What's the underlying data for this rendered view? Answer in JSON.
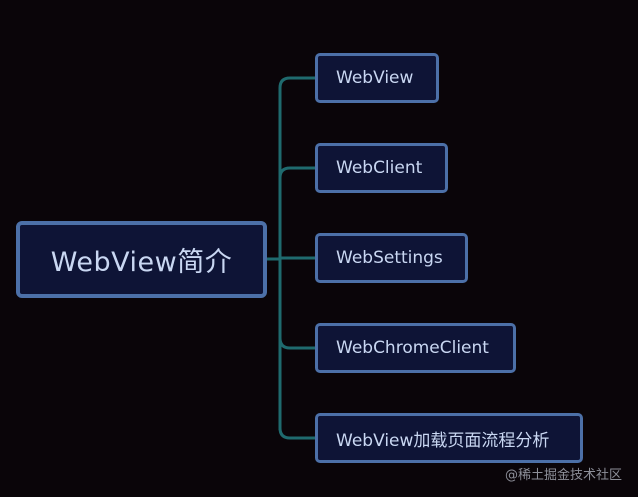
{
  "diagram": {
    "root": {
      "label": "WebView简介"
    },
    "children": [
      {
        "label": "WebView"
      },
      {
        "label": "WebClient"
      },
      {
        "label": "WebSettings"
      },
      {
        "label": "WebChromeClient"
      },
      {
        "label": "WebView加载页面流程分析"
      }
    ]
  },
  "watermark": {
    "text": "@稀土掘金技术社区"
  },
  "colors": {
    "background": "#0a0509",
    "node_fill": "#0e1436",
    "node_border": "#4c70a8",
    "node_text": "#c9d7f2",
    "connector": "#1f6a6e"
  }
}
